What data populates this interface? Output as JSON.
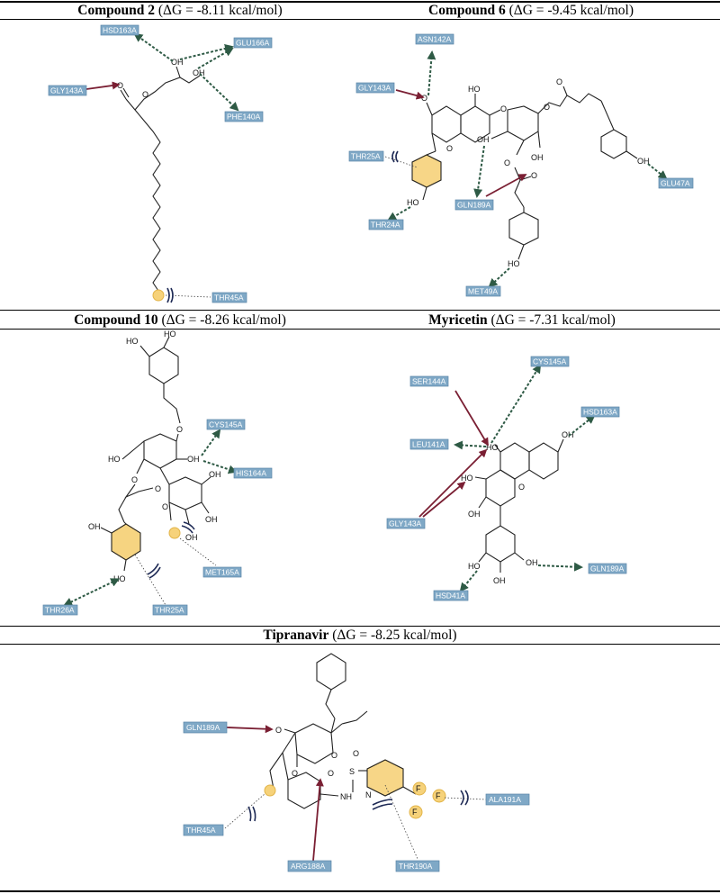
{
  "panels": [
    {
      "name": "Compound 2",
      "dg": "(ΔG = -8.11 kcal/mol)"
    },
    {
      "name": "Compound 6",
      "dg": "(ΔG = -9.45 kcal/mol)"
    },
    {
      "name": "Compound 10",
      "dg": "(ΔG = -8.26 kcal/mol)"
    },
    {
      "name": "Myricetin",
      "dg": "(ΔG = -7.31 kcal/mol)"
    },
    {
      "name": "Tipranavir",
      "dg": "(ΔG = -8.25 kcal/mol)"
    }
  ],
  "residues": {
    "c2": [
      "HSD163A",
      "GLU166A",
      "GLY143A",
      "PHE140A",
      "THR45A"
    ],
    "c6": [
      "ASN142A",
      "GLY143A",
      "THR25A",
      "THR24A",
      "GLN189A",
      "GLU47A",
      "MET49A"
    ],
    "c10": [
      "CYS145A",
      "HIS164A",
      "MET165A",
      "THR26A",
      "THR25A"
    ],
    "myr": [
      "SER144A",
      "CYS145A",
      "HSD163A",
      "LEU141A",
      "GLY143A",
      "GLN189A",
      "HSD41A"
    ],
    "tip": [
      "GLN189A",
      "ALA191A",
      "THR45A",
      "ARG188A",
      "THR190A"
    ]
  },
  "atoms": {
    "oh": "OH",
    "ho": "HO",
    "o": "O",
    "s": "S",
    "nh": "NH",
    "n": "N",
    "f": "F"
  },
  "colors": {
    "residue": "#7fa8c6",
    "hbond_donor": "#2e5a45",
    "hbond_acceptor": "#7a1f33",
    "hydrophobic": "#f6d27a"
  }
}
